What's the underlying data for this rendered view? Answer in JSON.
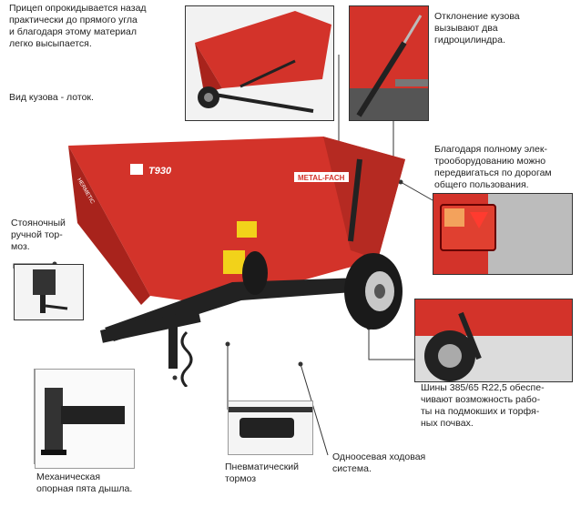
{
  "captions": {
    "tip_back": "Прицеп опрокидывается назад\nпрактически до прямого угла\nи благодаря этому материал\nлегко высыпается.",
    "body_type": "Вид кузова - лоток.",
    "tilt": "Отклонение кузова\nвызывают два\nгидроцилиндра.",
    "road": "Благодаря полному элек-\nтрооборудованию можно\nпередвигаться по дорогам\nобщего пользования.",
    "parking_brake": "Стояночный\nручной тор-\nмоз.",
    "tires": "Шины 385/65 R22,5 обеспе-\nчивают возможность рабо-\nты на подмокших и торфя-\nных почвах.",
    "axle": "Одноосевая ходовая\nсистема.",
    "pneumatic_brake": "Пневматический\nтормоз",
    "jack": "Механическая\nопорная пята дышла."
  },
  "trailer": {
    "model": "T930",
    "brand": "METAL-FACH",
    "side_label": "HERMETIC"
  },
  "colors": {
    "body_red": "#d3332a",
    "dark_red": "#a8231c",
    "frame": "#222222"
  }
}
